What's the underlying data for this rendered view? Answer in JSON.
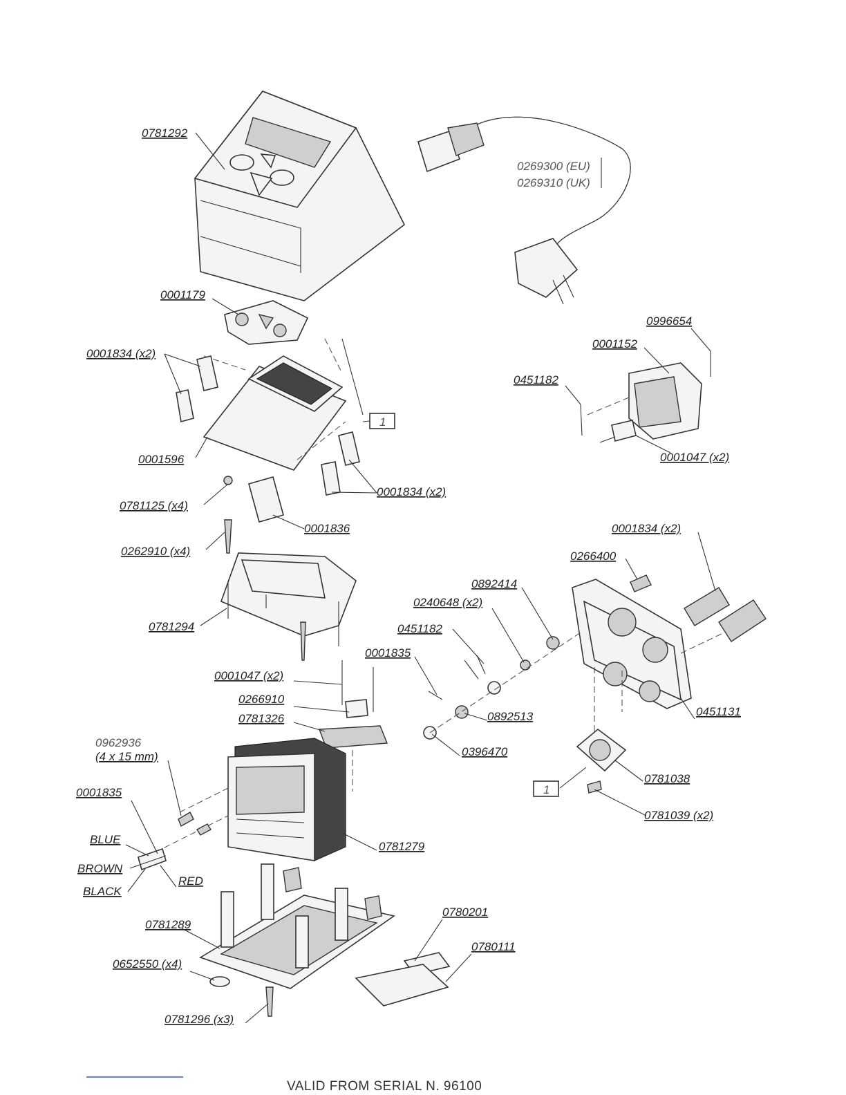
{
  "labels": {
    "p0781292": "0781292",
    "p0269300": "0269300 (EU)",
    "p0269310": "0269310 (UK)",
    "p0001179": "0001179",
    "p0996654": "0996654",
    "p0001152": "0001152",
    "p0001834a": "0001834 (x2)",
    "p0451182a": "0451182",
    "ref1a": "1",
    "p0001596": "0001596",
    "p0001047a": "0001047 (x2)",
    "p0781125": "0781125 (x4)",
    "p0001834b": "0001834 (x2)",
    "p0001836": "0001836",
    "p0001834c": "0001834 (x2)",
    "p0262910": "0262910 (x4)",
    "p0266400": "0266400",
    "p0892414": "0892414",
    "p0240648": "0240648 (x2)",
    "p0781294": "0781294",
    "p0451182b": "0451182",
    "p0001835a": "0001835",
    "p0001047b": "0001047 (x2)",
    "p0266910": "0266910",
    "p0781326": "0781326",
    "p0892513": "0892513",
    "p0451131": "0451131",
    "p0396470": "0396470",
    "p0962936": "0962936",
    "p0962936b": "(4 x 15 mm)",
    "p0781038": "0781038",
    "ref1b": "1",
    "p0001835b": "0001835",
    "p0781039": "0781039 (x2)",
    "blue": "BLUE",
    "brown": "BROWN",
    "red": "RED",
    "black": "BLACK",
    "p0781279": "0781279",
    "p0781289": "0781289",
    "p0780201": "0780201",
    "p0780111": "0780111",
    "p0652550": "0652550 (x4)",
    "p0781296": "0781296 (x3)"
  },
  "footer": "VALID FROM SERIAL N. 96100",
  "colors": {
    "ink": "#333333",
    "paper": "#ffffff",
    "heatsink": "#444444"
  }
}
